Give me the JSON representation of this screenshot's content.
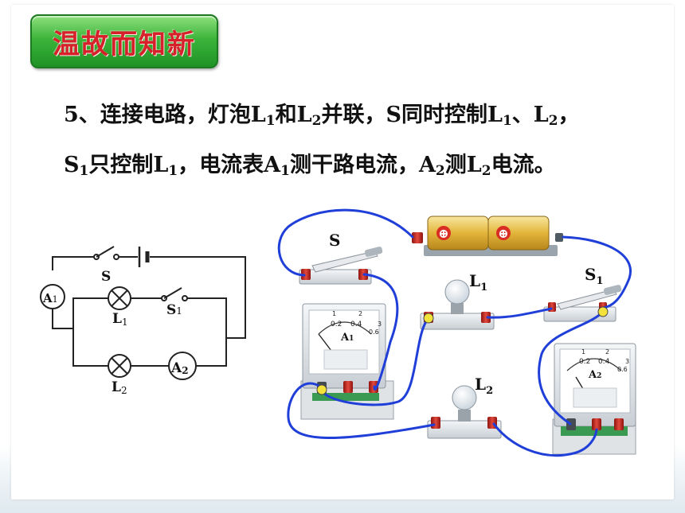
{
  "title": "温故而知新",
  "task": {
    "line1": [
      {
        "t": "5、连接电路，灯泡L"
      },
      {
        "sub": "1"
      },
      {
        "t": "和L"
      },
      {
        "sub": "2"
      },
      {
        "t": "并联，S同时控制L"
      },
      {
        "sub": "1"
      },
      {
        "t": "、L"
      },
      {
        "sub": "2"
      },
      {
        "t": "，"
      }
    ],
    "line2": [
      {
        "t": "S"
      },
      {
        "sub": "1"
      },
      {
        "t": "只控制L"
      },
      {
        "sub": "1"
      },
      {
        "t": "，电流表A"
      },
      {
        "sub": "1"
      },
      {
        "t": "测干路电流，A"
      },
      {
        "sub": "2"
      },
      {
        "t": "测L"
      },
      {
        "sub": "2"
      },
      {
        "t": "电流。"
      }
    ]
  },
  "schematic": {
    "switch_s": "S",
    "switch_s1": "S",
    "switch_s1_sub": "1",
    "ammeter_a1": "A",
    "ammeter_a1_sub": "1",
    "ammeter_a2": "A",
    "ammeter_a2_sub": "2",
    "lamp_l1": "L",
    "lamp_l1_sub": "1",
    "lamp_l2": "L",
    "lamp_l2_sub": "2"
  },
  "physical": {
    "switch_s": "S",
    "switch_s1": "S",
    "switch_s1_sub": "1",
    "lamp_l1": "L",
    "lamp_l1_sub": "1",
    "lamp_l2": "L",
    "lamp_l2_sub": "2",
    "meter_a1": "A",
    "meter_a1_sub": "1",
    "meter_a2": "A",
    "meter_a2_sub": "2",
    "scale_ticks": [
      "0.2",
      "0.4",
      "0.6"
    ],
    "scale_majors": [
      "1",
      "2",
      "3"
    ],
    "battery_plus": "⊕"
  },
  "colors": {
    "wire": "#1f3fd8",
    "title_text": "#d6202a",
    "badge": "#3cb43a",
    "terminal": "#c0241c",
    "junction": "#f3e23a"
  }
}
